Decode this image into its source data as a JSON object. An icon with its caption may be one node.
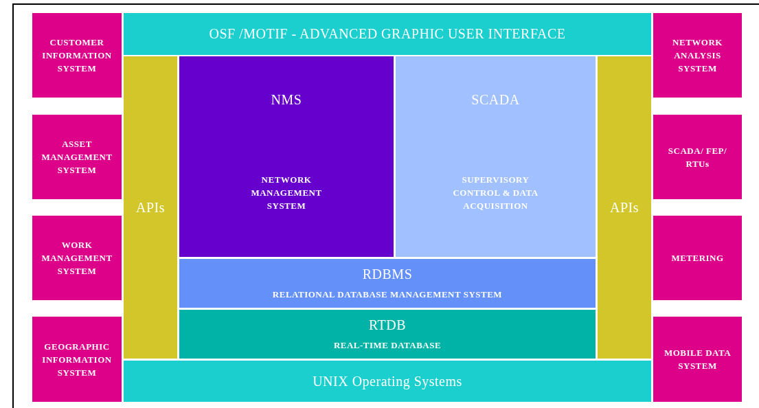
{
  "diagram": {
    "nodes": [
      {
        "text": [
          "CUSTOMER INFORMATION SYSTEM"
        ]
      },
      {
        "text": [
          "OSF /MOTIF - ADVANCED GRAPHIC USER INTERFACE"
        ]
      },
      {
        "text": [
          "NETWORK ANALYSIS SYSTEM"
        ]
      },
      {
        "text": [
          "APIs"
        ]
      },
      {
        "text": [
          "NMS",
          "NETWORK MANAGEMENT SYSTEM"
        ]
      },
      {
        "text": [
          "SCADA",
          "SUPERVISORY CONTROL & DATA ACQUISITION"
        ]
      },
      {
        "text": [
          "APIs"
        ]
      },
      {
        "text": [
          "ASSET MANAGEMENT SYSTEM"
        ]
      },
      {
        "text": [
          "SCADA/ FEP/ RTUs"
        ]
      },
      {
        "text": [
          "WORK MANAGEMENT SYSTEM"
        ]
      },
      {
        "text": [
          "METERING"
        ]
      },
      {
        "text": [
          "RDBMS",
          "RELATIONAL DATABASE MANAGEMENT SYSTEM"
        ]
      },
      {
        "text": [
          "RTDB",
          "REAL-TIME DATABASE"
        ]
      },
      {
        "text": [
          "GEOGRAPHIC INFORMATION SYSTEM"
        ]
      },
      {
        "text": [
          "MOBILE DATA SYSTEM"
        ]
      },
      {
        "text": [
          "UNIX Operating Systems"
        ]
      }
    ]
  }
}
